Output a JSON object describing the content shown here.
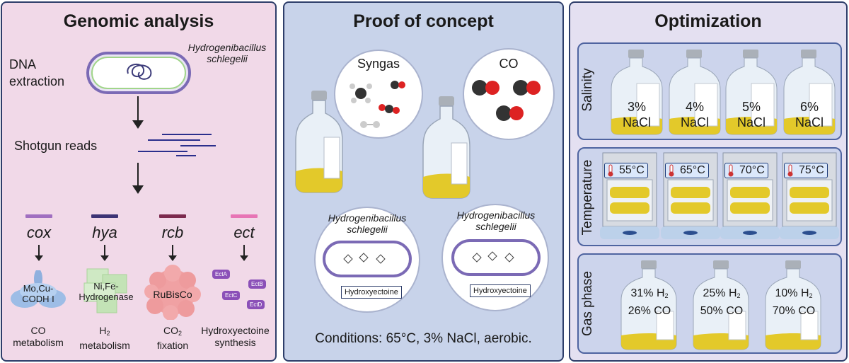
{
  "genomic": {
    "title": "Genomic analysis",
    "organism": "Hydrogenibacillus schlegelii",
    "organism_line1": "Hydrogenibacillus",
    "organism_line2": "schlegelii",
    "dna_line1": "DNA",
    "dna_line2": "extraction",
    "shotgun": "Shotgun reads",
    "genes": [
      {
        "name": "cox",
        "color": "#a06fc0",
        "enzyme_line1": "Mo,Cu-",
        "enzyme_line2": "CODH I",
        "cap1": "CO",
        "cap2": "metabolism"
      },
      {
        "name": "hya",
        "color": "#3d3475",
        "enzyme_line1": "Ni,Fe-",
        "enzyme_line2": "Hydrogenase",
        "cap1": "H2",
        "cap2": "metabolism"
      },
      {
        "name": "rcb",
        "color": "#7c2a4e",
        "enzyme_line1": "RuBisCo",
        "enzyme_line2": "",
        "cap1": "CO2",
        "cap2": "fixation"
      },
      {
        "name": "ect",
        "color": "#e775b5",
        "enzyme_line1": "",
        "enzyme_line2": "",
        "cap1": "Hydroxyectoine",
        "cap2": "synthesis"
      }
    ],
    "ect_proteins": [
      "EctA",
      "EctB",
      "EctC",
      "EctD"
    ]
  },
  "proof": {
    "title": "Proof of concept",
    "syngas": "Syngas",
    "co": "CO",
    "organism_line1": "Hydrogenibacillus",
    "organism_line2": "schlegelii",
    "product": "Hydroxyectoine",
    "conditions": "Conditions: 65°C, 3% NaCl, aerobic."
  },
  "optimization": {
    "title": "Optimization",
    "salinity_label": "Salinity",
    "salinity": [
      {
        "pct": "3%",
        "salt": "NaCl"
      },
      {
        "pct": "4%",
        "salt": "NaCl"
      },
      {
        "pct": "5%",
        "salt": "NaCl"
      },
      {
        "pct": "6%",
        "salt": "NaCl"
      }
    ],
    "temperature_label": "Temperature",
    "temperatures": [
      "55°C",
      "65°C",
      "70°C",
      "75°C"
    ],
    "gas_label": "Gas phase",
    "gas": [
      {
        "h2": "31% H",
        "co": "26% CO"
      },
      {
        "h2": "25% H",
        "co": "50% CO"
      },
      {
        "h2": "10% H",
        "co": "70% CO"
      }
    ],
    "h2_subscript": "2"
  },
  "colors": {
    "panel1_bg": "#f1d9e8",
    "panel2_bg": "#c8d3ea",
    "panel3_bg": "#e4e0f1",
    "border": "#2e3e6a",
    "media_yellow": "#e3c92a"
  }
}
